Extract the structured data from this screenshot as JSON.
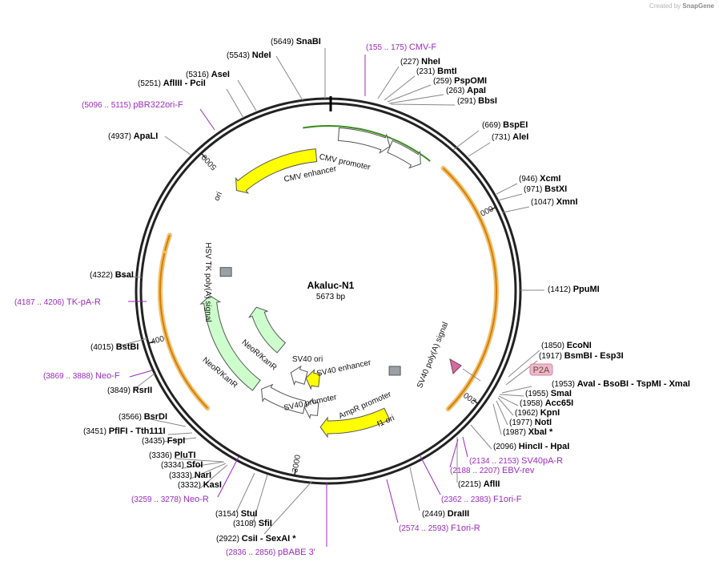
{
  "header": {
    "credit_prefix": "Created by",
    "credit_brand": "SnapGene"
  },
  "plasmid": {
    "name": "Akaluc-N1",
    "length_label": "5673 bp",
    "length": 5673
  },
  "ticks": [
    "1000",
    "2000",
    "3000",
    "4000",
    "5000"
  ],
  "features": [
    {
      "label": "CMV enhancer",
      "start": 60,
      "end": 364,
      "color": "#ffffff",
      "ring": 0
    },
    {
      "label": "CMV promoter",
      "start": 365,
      "end": 568,
      "color": "#ffffff",
      "ring": 0
    },
    {
      "label": "ori",
      "start": 5005,
      "end": 5593,
      "direction": -1,
      "color": "#ffff00",
      "ring": 1
    },
    {
      "label": "f1 ori",
      "start": 2434,
      "end": 2889,
      "color": "#ffff00",
      "ring": 1
    },
    {
      "label": "AmpR promoter",
      "start": 2915,
      "end": 3019,
      "color": "#ffffff",
      "ring": 2
    },
    {
      "label": "SV40 promoter",
      "start": 3020,
      "end": 3377,
      "color": "#ffffff",
      "ring": 2
    },
    {
      "label": "NeoR/KanR",
      "start": 3425,
      "end": 4219,
      "color": "#ccffcc",
      "ring": 2
    },
    {
      "label": "SV40 poly(A) signal",
      "start": 2150,
      "end": 2271,
      "color": "#999999",
      "ring": 3
    },
    {
      "label": "HSV TK poly(A) signal",
      "start": 4394,
      "end": 4441,
      "color": "#999999",
      "ring": 3
    },
    {
      "label": "SV40 ori",
      "start": 2928,
      "end": 3063,
      "color": "#ffff00",
      "ring": 4
    },
    {
      "label": "SV40 enhancer",
      "start": 3064,
      "end": 3225,
      "color": "#ffffff",
      "ring": 4
    },
    {
      "label": "NeoR/KanR",
      "start": 3462,
      "end": 4055,
      "color": "#ccffcc",
      "ring": 5
    }
  ],
  "feature_labels": [
    "CMV enhancer",
    "CMV promoter",
    "ori",
    "HSV TK poly(A) signal",
    "NeoR/KanR",
    "SV40 ori",
    "SV40 enhancer",
    "NeoR/KanR",
    "SV40 promoter",
    "AmpR promoter",
    "f1 ori",
    "SV40 poly(A) signal"
  ],
  "orfs": [
    {
      "start": 680,
      "end": 2120,
      "direction": 1
    },
    {
      "start": 4160,
      "end": 4560,
      "direction": -1
    },
    {
      "start": 3560,
      "end": 4460,
      "direction": -1
    }
  ],
  "p2a_label": "P2A",
  "enzymes": [
    {
      "name": "SnaBI",
      "pos": "(5649)"
    },
    {
      "name": "NdeI",
      "pos": "(5543)"
    },
    {
      "name": "AseI",
      "pos": "(5316)"
    },
    {
      "name": "AflIII - PciI",
      "pos": "(5251)"
    },
    {
      "name": "ApaLI",
      "pos": "(4937)"
    },
    {
      "name": "NheI",
      "pos": "(227)"
    },
    {
      "name": "BmtI",
      "pos": "(231)"
    },
    {
      "name": "PspOMI",
      "pos": "(259)"
    },
    {
      "name": "ApaI",
      "pos": "(263)"
    },
    {
      "name": "BbsI",
      "pos": "(291)"
    },
    {
      "name": "BspEI",
      "pos": "(669)"
    },
    {
      "name": "AleI",
      "pos": "(731)"
    },
    {
      "name": "XcmI",
      "pos": "(946)"
    },
    {
      "name": "BstXI",
      "pos": "(971)"
    },
    {
      "name": "XmnI",
      "pos": "(1047)"
    },
    {
      "name": "PpuMI",
      "pos": "(1412)"
    },
    {
      "name": "EcoNI",
      "pos": "(1850)"
    },
    {
      "name": "BsmBI - Esp3I",
      "pos": "(1917)"
    },
    {
      "name": "AvaI - BsoBI - TspMI - XmaI",
      "pos": "(1953)"
    },
    {
      "name": "SmaI",
      "pos": "(1955)"
    },
    {
      "name": "Acc65I",
      "pos": "(1958)"
    },
    {
      "name": "KpnI",
      "pos": "(1962)"
    },
    {
      "name": "NotI",
      "pos": "(1977)"
    },
    {
      "name": "XbaI *",
      "pos": "(1987)"
    },
    {
      "name": "HincII - HpaI",
      "pos": "(2096)"
    },
    {
      "name": "AflII",
      "pos": "(2215)"
    },
    {
      "name": "DraIII",
      "pos": "(2449)"
    },
    {
      "name": "BsaI",
      "pos": "(4322)"
    },
    {
      "name": "BstBI",
      "pos": "(4015)"
    },
    {
      "name": "RsrII",
      "pos": "(3849)"
    },
    {
      "name": "BsrDI",
      "pos": "(3566)"
    },
    {
      "name": "PflFI - Tth111I",
      "pos": "(3451)"
    },
    {
      "name": "FspI",
      "pos": "(3435)"
    },
    {
      "name": "PluTI",
      "pos": "(3336)"
    },
    {
      "name": "SfoI",
      "pos": "(3334)"
    },
    {
      "name": "NarI",
      "pos": "(3333)"
    },
    {
      "name": "KasI",
      "pos": "(3332)"
    },
    {
      "name": "StuI",
      "pos": "(3154)"
    },
    {
      "name": "SfiI",
      "pos": "(3108)"
    },
    {
      "name": "CsiI - SexAI *",
      "pos": "(2922)"
    }
  ],
  "primers": [
    {
      "name": "CMV-F",
      "range": "(155 .. 175)"
    },
    {
      "name": "pBR322ori-F",
      "range": "(5096 .. 5115)"
    },
    {
      "name": "TK-pA-R",
      "range": "(4187 .. 4206)"
    },
    {
      "name": "Neo-F",
      "range": "(3869 .. 3888)"
    },
    {
      "name": "Neo-R",
      "range": "(3259 .. 3278)"
    },
    {
      "name": "pBABE 3'",
      "range": "(2836 .. 2856)"
    },
    {
      "name": "F1ori-R",
      "range": "(2574 .. 2593)"
    },
    {
      "name": "F1ori-F",
      "range": "(2362 .. 2383)"
    },
    {
      "name": "EBV-rev",
      "range": "(2188 .. 2207)"
    },
    {
      "name": "SV40pA-R",
      "range": "(2134 .. 2153)"
    }
  ]
}
